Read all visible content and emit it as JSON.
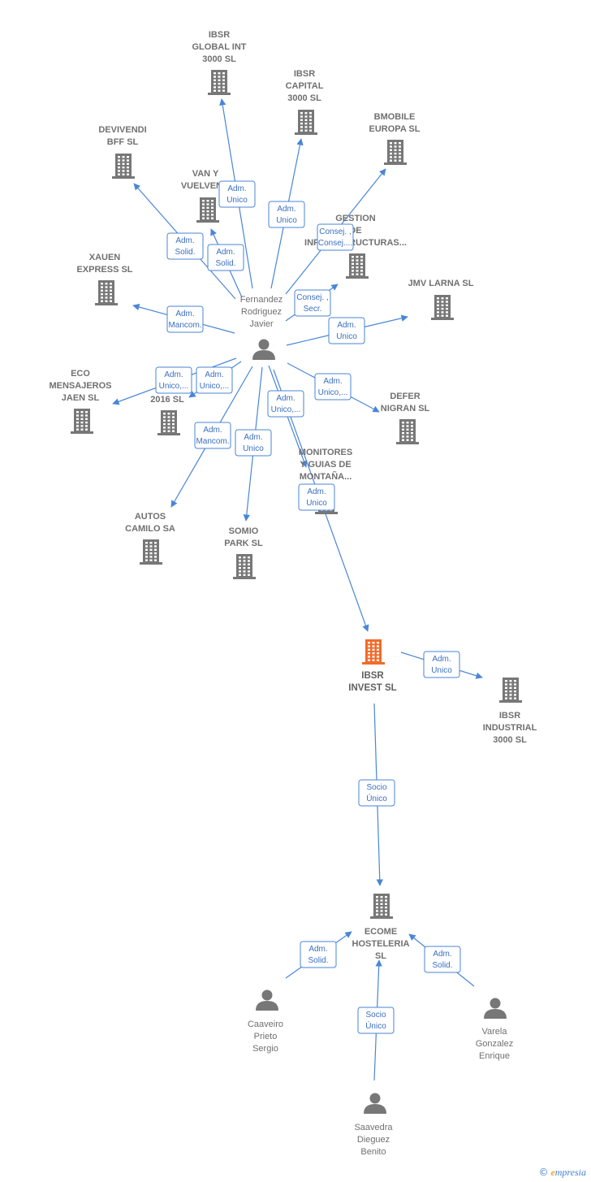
{
  "colors": {
    "edge": "#4a86d6",
    "node": "#777777",
    "focus": "#f26b2a",
    "label": "#707070"
  },
  "nodes": [
    {
      "id": "ibsr_global",
      "type": "company",
      "lines": [
        "IBSR",
        "GLOBAL INT",
        "3000  SL"
      ]
    },
    {
      "id": "ibsr_capital",
      "type": "company",
      "lines": [
        "IBSR",
        "CAPITAL",
        "3000  SL"
      ]
    },
    {
      "id": "devivendi",
      "type": "company",
      "lines": [
        "DEVIVENDI",
        "BFF  SL"
      ]
    },
    {
      "id": "bmobile",
      "type": "company",
      "lines": [
        "BMOBILE",
        "EUROPA  SL"
      ]
    },
    {
      "id": "van_y",
      "type": "company",
      "lines": [
        "VAN Y",
        "VUELVEN..."
      ]
    },
    {
      "id": "gestion",
      "type": "company",
      "lines": [
        "GESTION",
        "DE",
        "INFRAESTRUCTURAS..."
      ]
    },
    {
      "id": "xauen",
      "type": "company",
      "lines": [
        "XAUEN",
        "EXPRESS SL"
      ]
    },
    {
      "id": "jmv",
      "type": "company",
      "lines": [
        "JMV LARNA  SL"
      ]
    },
    {
      "id": "fernandez",
      "type": "person",
      "lines": [
        "Fernandez",
        "Rodriguez",
        "Javier"
      ]
    },
    {
      "id": "eco",
      "type": "company",
      "lines": [
        "ECO",
        "MENSAJEROS",
        "JAEN SL"
      ]
    },
    {
      "id": "tr2016",
      "type": "company",
      "lines": [
        "TR...",
        "2016  SL"
      ]
    },
    {
      "id": "defer",
      "type": "company",
      "lines": [
        "DEFER",
        "NIGRAN  SL"
      ]
    },
    {
      "id": "monitores",
      "type": "company",
      "lines": [
        "MONITORES",
        "Y GUIAS DE",
        "MONTAÑA..."
      ]
    },
    {
      "id": "autos",
      "type": "company",
      "lines": [
        "AUTOS",
        "CAMILO SA"
      ]
    },
    {
      "id": "somio",
      "type": "company",
      "lines": [
        "SOMIO",
        "PARK SL"
      ]
    },
    {
      "id": "ibsr_invest",
      "type": "focus",
      "lines": [
        "IBSR",
        "INVEST  SL"
      ]
    },
    {
      "id": "ibsr_industrial",
      "type": "company",
      "lines": [
        "IBSR",
        "INDUSTRIAL",
        "3000  SL"
      ]
    },
    {
      "id": "ecome",
      "type": "company",
      "lines": [
        "ECOME",
        "HOSTELERIA",
        "SL"
      ]
    },
    {
      "id": "caaveiro",
      "type": "person",
      "lines": [
        "Caaveiro",
        "Prieto",
        "Sergio"
      ]
    },
    {
      "id": "varela",
      "type": "person",
      "lines": [
        "Varela",
        "Gonzalez",
        "Enrique"
      ]
    },
    {
      "id": "saavedra",
      "type": "person",
      "lines": [
        "Saavedra",
        "Dieguez",
        "Benito"
      ]
    }
  ],
  "edges": [
    {
      "from": "fernandez",
      "to": "ibsr_global",
      "lines": [
        "Adm.",
        "Unico"
      ]
    },
    {
      "from": "fernandez",
      "to": "ibsr_capital",
      "lines": [
        "Adm.",
        "Unico"
      ]
    },
    {
      "from": "fernandez",
      "to": "devivendi",
      "lines": [
        "Adm.",
        "Solid."
      ]
    },
    {
      "from": "fernandez",
      "to": "van_y",
      "lines": [
        "Adm.",
        "Solid."
      ]
    },
    {
      "from": "fernandez",
      "to": "bmobile",
      "lines": [
        "Consej. ,",
        "Consej...."
      ]
    },
    {
      "from": "fernandez",
      "to": "gestion",
      "lines": [
        "Consej. ,",
        "Secr."
      ]
    },
    {
      "from": "fernandez",
      "to": "xauen",
      "lines": [
        "Adm.",
        "Mancom."
      ]
    },
    {
      "from": "fernandez",
      "to": "jmv",
      "lines": [
        "Adm.",
        "Unico"
      ]
    },
    {
      "from": "fernandez",
      "to": "eco",
      "lines": [
        "Adm.",
        "Unico,..."
      ]
    },
    {
      "from": "fernandez",
      "to": "tr2016",
      "lines": [
        "Adm.",
        "Unico,..."
      ]
    },
    {
      "from": "fernandez",
      "to": "defer",
      "lines": [
        "Adm.",
        "Unico,..."
      ]
    },
    {
      "from": "fernandez",
      "to": "monitores",
      "lines": [
        "Adm.",
        "Unico,..."
      ]
    },
    {
      "from": "fernandez",
      "to": "autos",
      "lines": [
        "Adm.",
        "Mancom."
      ]
    },
    {
      "from": "fernandez",
      "to": "somio",
      "lines": [
        "Adm.",
        "Unico"
      ]
    },
    {
      "from": "fernandez",
      "to": "ibsr_invest",
      "lines": [
        "Adm.",
        "Unico"
      ]
    },
    {
      "from": "ibsr_invest",
      "to": "ibsr_industrial",
      "lines": [
        "Adm.",
        "Unico"
      ]
    },
    {
      "from": "ibsr_invest",
      "to": "ecome",
      "lines": [
        "Socio",
        "Único"
      ]
    },
    {
      "from": "caaveiro",
      "to": "ecome",
      "lines": [
        "Adm.",
        "Solid."
      ]
    },
    {
      "from": "varela",
      "to": "ecome",
      "lines": [
        "Adm.",
        "Solid."
      ]
    },
    {
      "from": "saavedra",
      "to": "ecome",
      "lines": [
        "Socio",
        "Único"
      ]
    }
  ],
  "footer": {
    "copyright": "©",
    "brand_initial": "e",
    "brand_rest": "mpresia"
  }
}
